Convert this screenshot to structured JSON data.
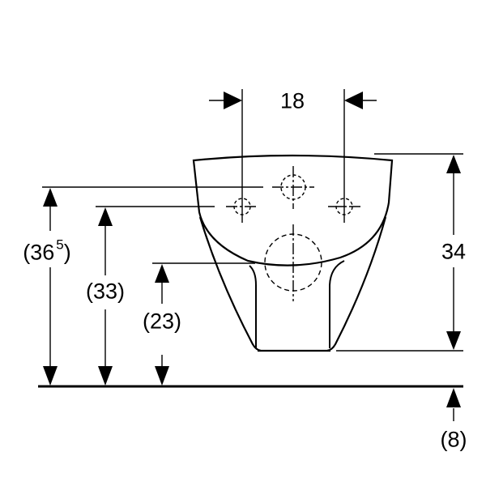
{
  "diagram": {
    "type": "wall-hung toilet front view dimension drawing",
    "dimensions": {
      "pipe_spacing": "18",
      "height_total": "34",
      "height_top_fixing": "(36",
      "height_top_fixing_sup": "5",
      "height_top_fixing_close": ")",
      "height_side_fixing": "(33)",
      "height_outlet": "(23)",
      "floor_offset": "(8)"
    },
    "colors": {
      "line": "#000000",
      "background": "#ffffff"
    }
  }
}
